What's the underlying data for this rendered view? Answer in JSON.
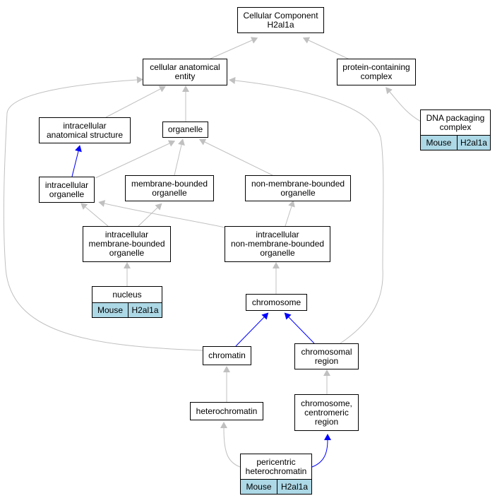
{
  "colors": {
    "is_a_edge": "#c0c0c0",
    "part_of_edge": "#0000ff",
    "annotation_fill": "#add8e6"
  },
  "nodes": {
    "root": "Cellular Component\nH2al1a",
    "cae": "cellular anatomical\nentity",
    "pcc": "protein-containing\ncomplex",
    "ias": "intracellular\nanatomical structure",
    "organelle": "organelle",
    "dpc": "DNA packaging\ncomplex",
    "io": "intracellular\norganelle",
    "mbo": "membrane-bounded\norganelle",
    "nmbo": "non-membrane-bounded\norganelle",
    "imbo": "intracellular\nmembrane-bounded\norganelle",
    "inmbo": "intracellular\nnon-membrane-bounded\norganelle",
    "nucleus": "nucleus",
    "chromosome": "chromosome",
    "chromatin": "chromatin",
    "cr": "chromosomal\nregion",
    "heterochromatin": "heterochromatin",
    "ccr": "chromosome,\ncentromeric\nregion",
    "ph": "pericentric\nheterochromatin"
  },
  "annotations": {
    "dpc": {
      "species": "Mouse",
      "gene": "H2al1a"
    },
    "nucleus": {
      "species": "Mouse",
      "gene": "H2al1a"
    },
    "ph": {
      "species": "Mouse",
      "gene": "H2al1a"
    }
  }
}
